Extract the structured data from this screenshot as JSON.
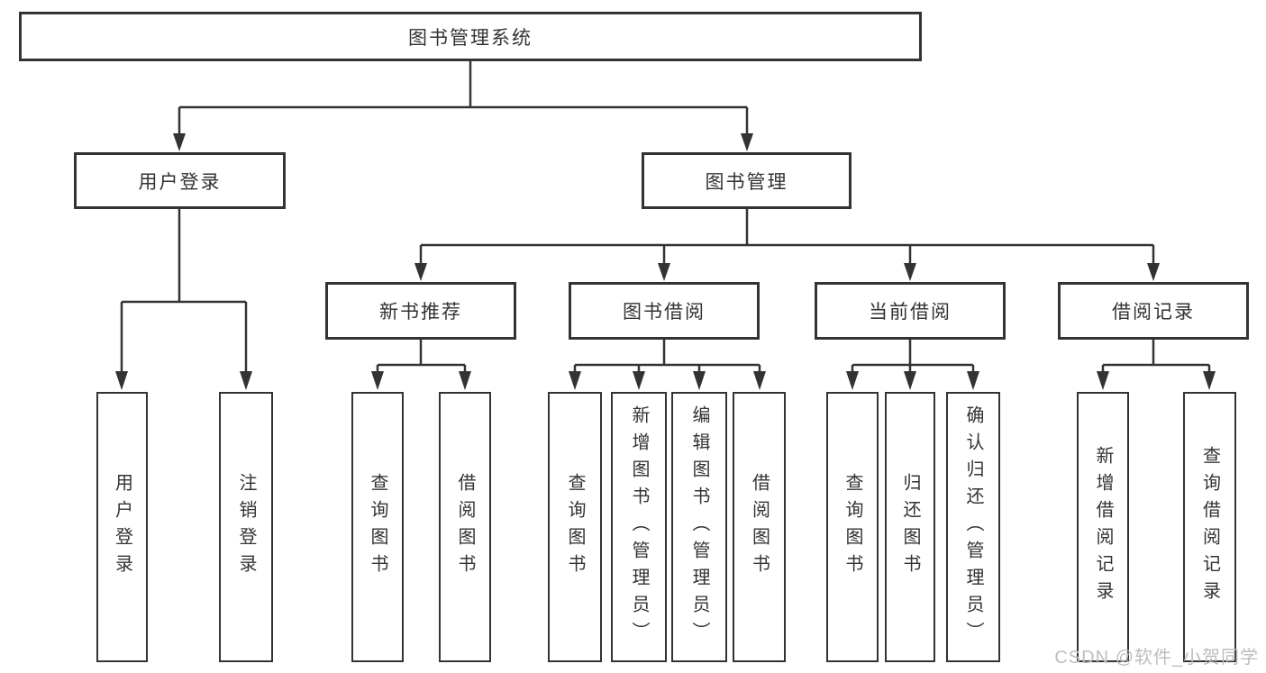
{
  "tree": {
    "root": {
      "label": "图书管理系统"
    },
    "level2": [
      {
        "label": "用户登录",
        "children": [
          "用户登录",
          "注销登录"
        ]
      },
      {
        "label": "图书管理"
      }
    ],
    "level3": [
      {
        "label": "新书推荐",
        "children": [
          "查询图书",
          "借阅图书"
        ]
      },
      {
        "label": "图书借阅",
        "children": [
          "查询图书",
          "新增图书（管理员）",
          "编辑图书（管理员）",
          "借阅图书"
        ]
      },
      {
        "label": "当前借阅",
        "children": [
          "查询图书",
          "归还图书",
          "确认归还（管理员）"
        ]
      },
      {
        "label": "借阅记录",
        "children": [
          "新增借阅记录",
          "查询借阅记录"
        ]
      }
    ]
  },
  "watermark": "CSDN @软件_小贺同学",
  "colors": {
    "line": "#333333",
    "box_fill": "#ffffff",
    "text": "#333333",
    "watermark": "#bdbdbd",
    "background": "#ffffff"
  }
}
